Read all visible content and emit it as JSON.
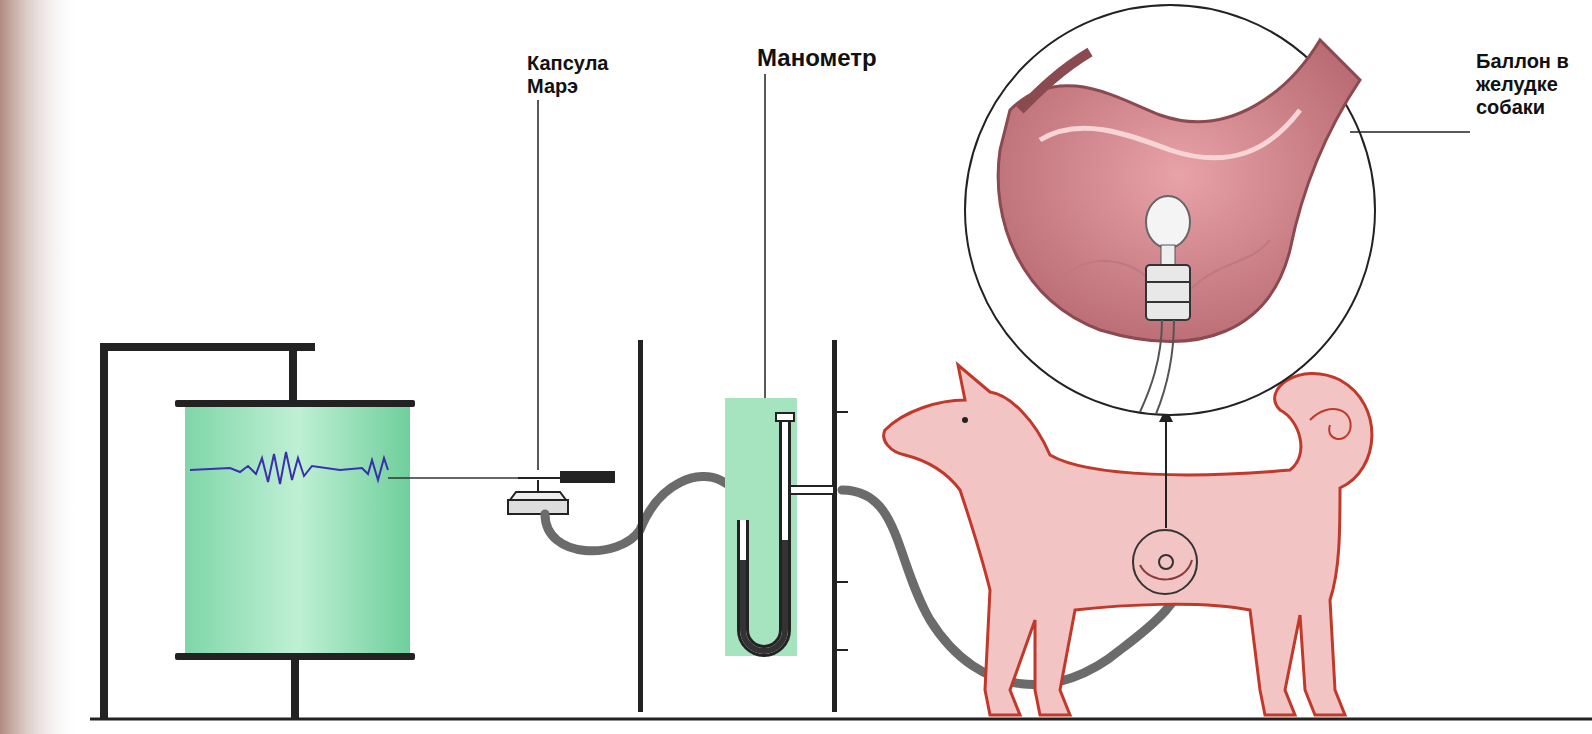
{
  "diagram": {
    "labels": [
      "Капсула Марэ",
      "Манометр",
      "Баллон в желудке собаки"
    ]
  }
}
